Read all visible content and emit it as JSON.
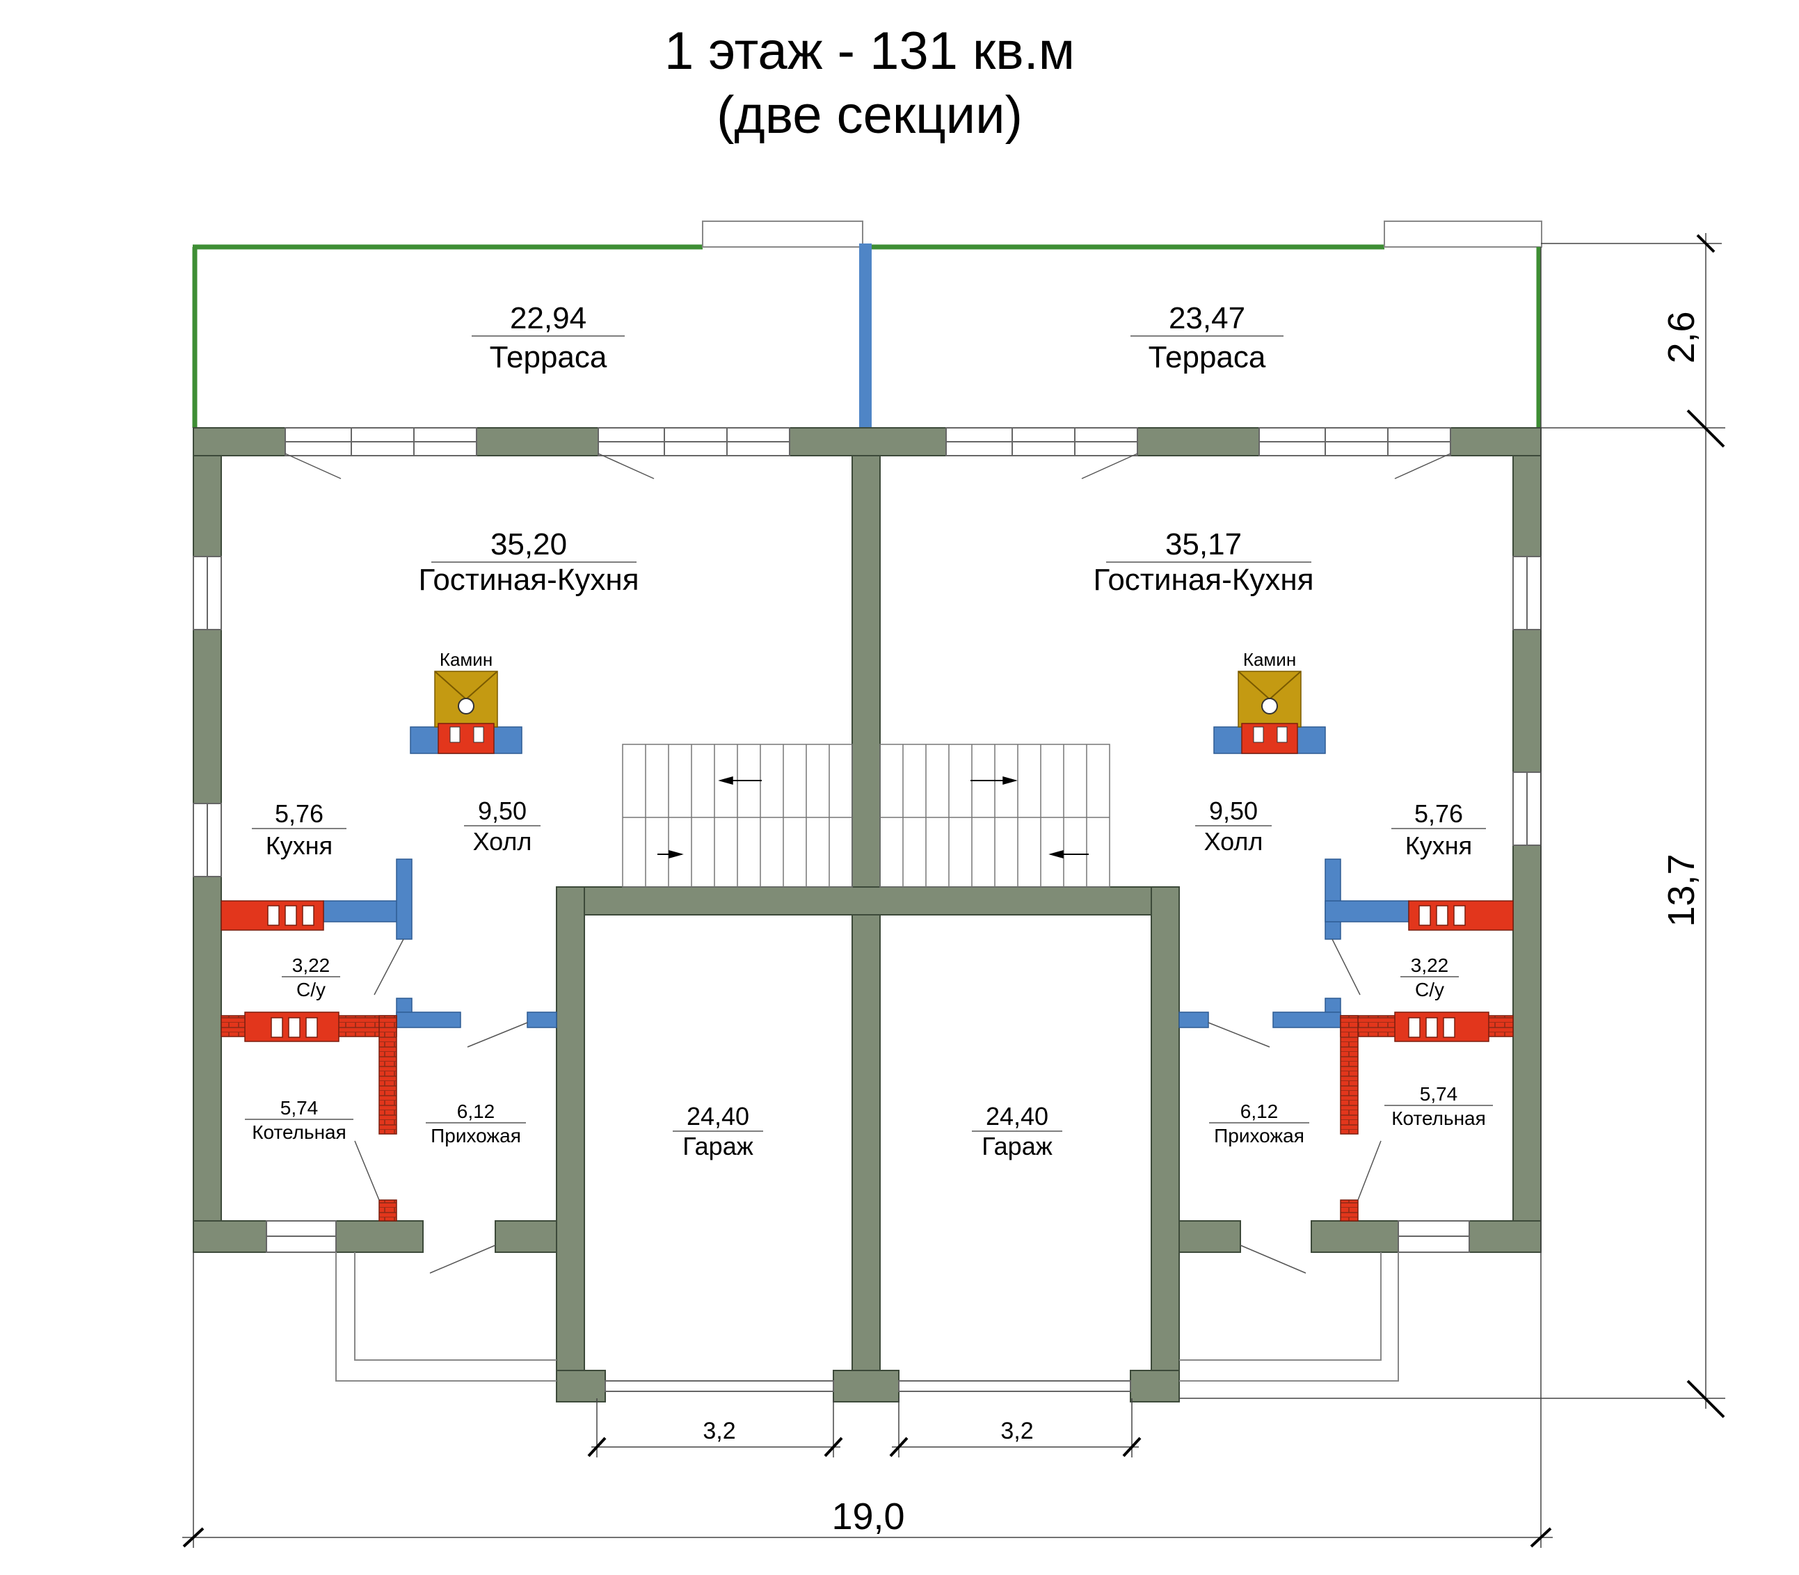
{
  "title": {
    "line1": "1 этаж - 131 кв.м",
    "line2": "(две секции)"
  },
  "colors": {
    "wall": "#7f8c76",
    "terrace_rail": "#3e8e34",
    "partition": "#4f85c6",
    "brick": "#e2361c",
    "brick_hatch": "#b5351d",
    "fireplace": "#c49a12"
  },
  "rooms": {
    "terrace_left": {
      "area": "22,94",
      "name": "Терраса"
    },
    "terrace_right": {
      "area": "23,47",
      "name": "Терраса"
    },
    "living_left": {
      "area": "35,20",
      "name": "Гостиная-Кухня"
    },
    "living_right": {
      "area": "35,17",
      "name": "Гостиная-Кухня"
    },
    "kitchen_left": {
      "area": "5,76",
      "name": "Кухня"
    },
    "kitchen_right": {
      "area": "5,76",
      "name": "Кухня"
    },
    "hall_left": {
      "area": "9,50",
      "name": "Холл"
    },
    "hall_right": {
      "area": "9,50",
      "name": "Холл"
    },
    "wc_left": {
      "area": "3,22",
      "name": "С/у"
    },
    "wc_right": {
      "area": "3,22",
      "name": "С/у"
    },
    "boiler_left": {
      "area": "5,74",
      "name": "Котельная"
    },
    "boiler_right": {
      "area": "5,74",
      "name": "Котельная"
    },
    "entry_left": {
      "area": "6,12",
      "name": "Прихожая"
    },
    "entry_right": {
      "area": "6,12",
      "name": "Прихожая"
    },
    "garage_left": {
      "area": "24,40",
      "name": "Гараж"
    },
    "garage_right": {
      "area": "24,40",
      "name": "Гараж"
    }
  },
  "fireplace_label": "Камин",
  "dimensions": {
    "total_width": "19,0",
    "total_depth": "13,7",
    "terrace_depth": "2,6",
    "garage_door_left": "3,2",
    "garage_door_right": "3,2"
  }
}
